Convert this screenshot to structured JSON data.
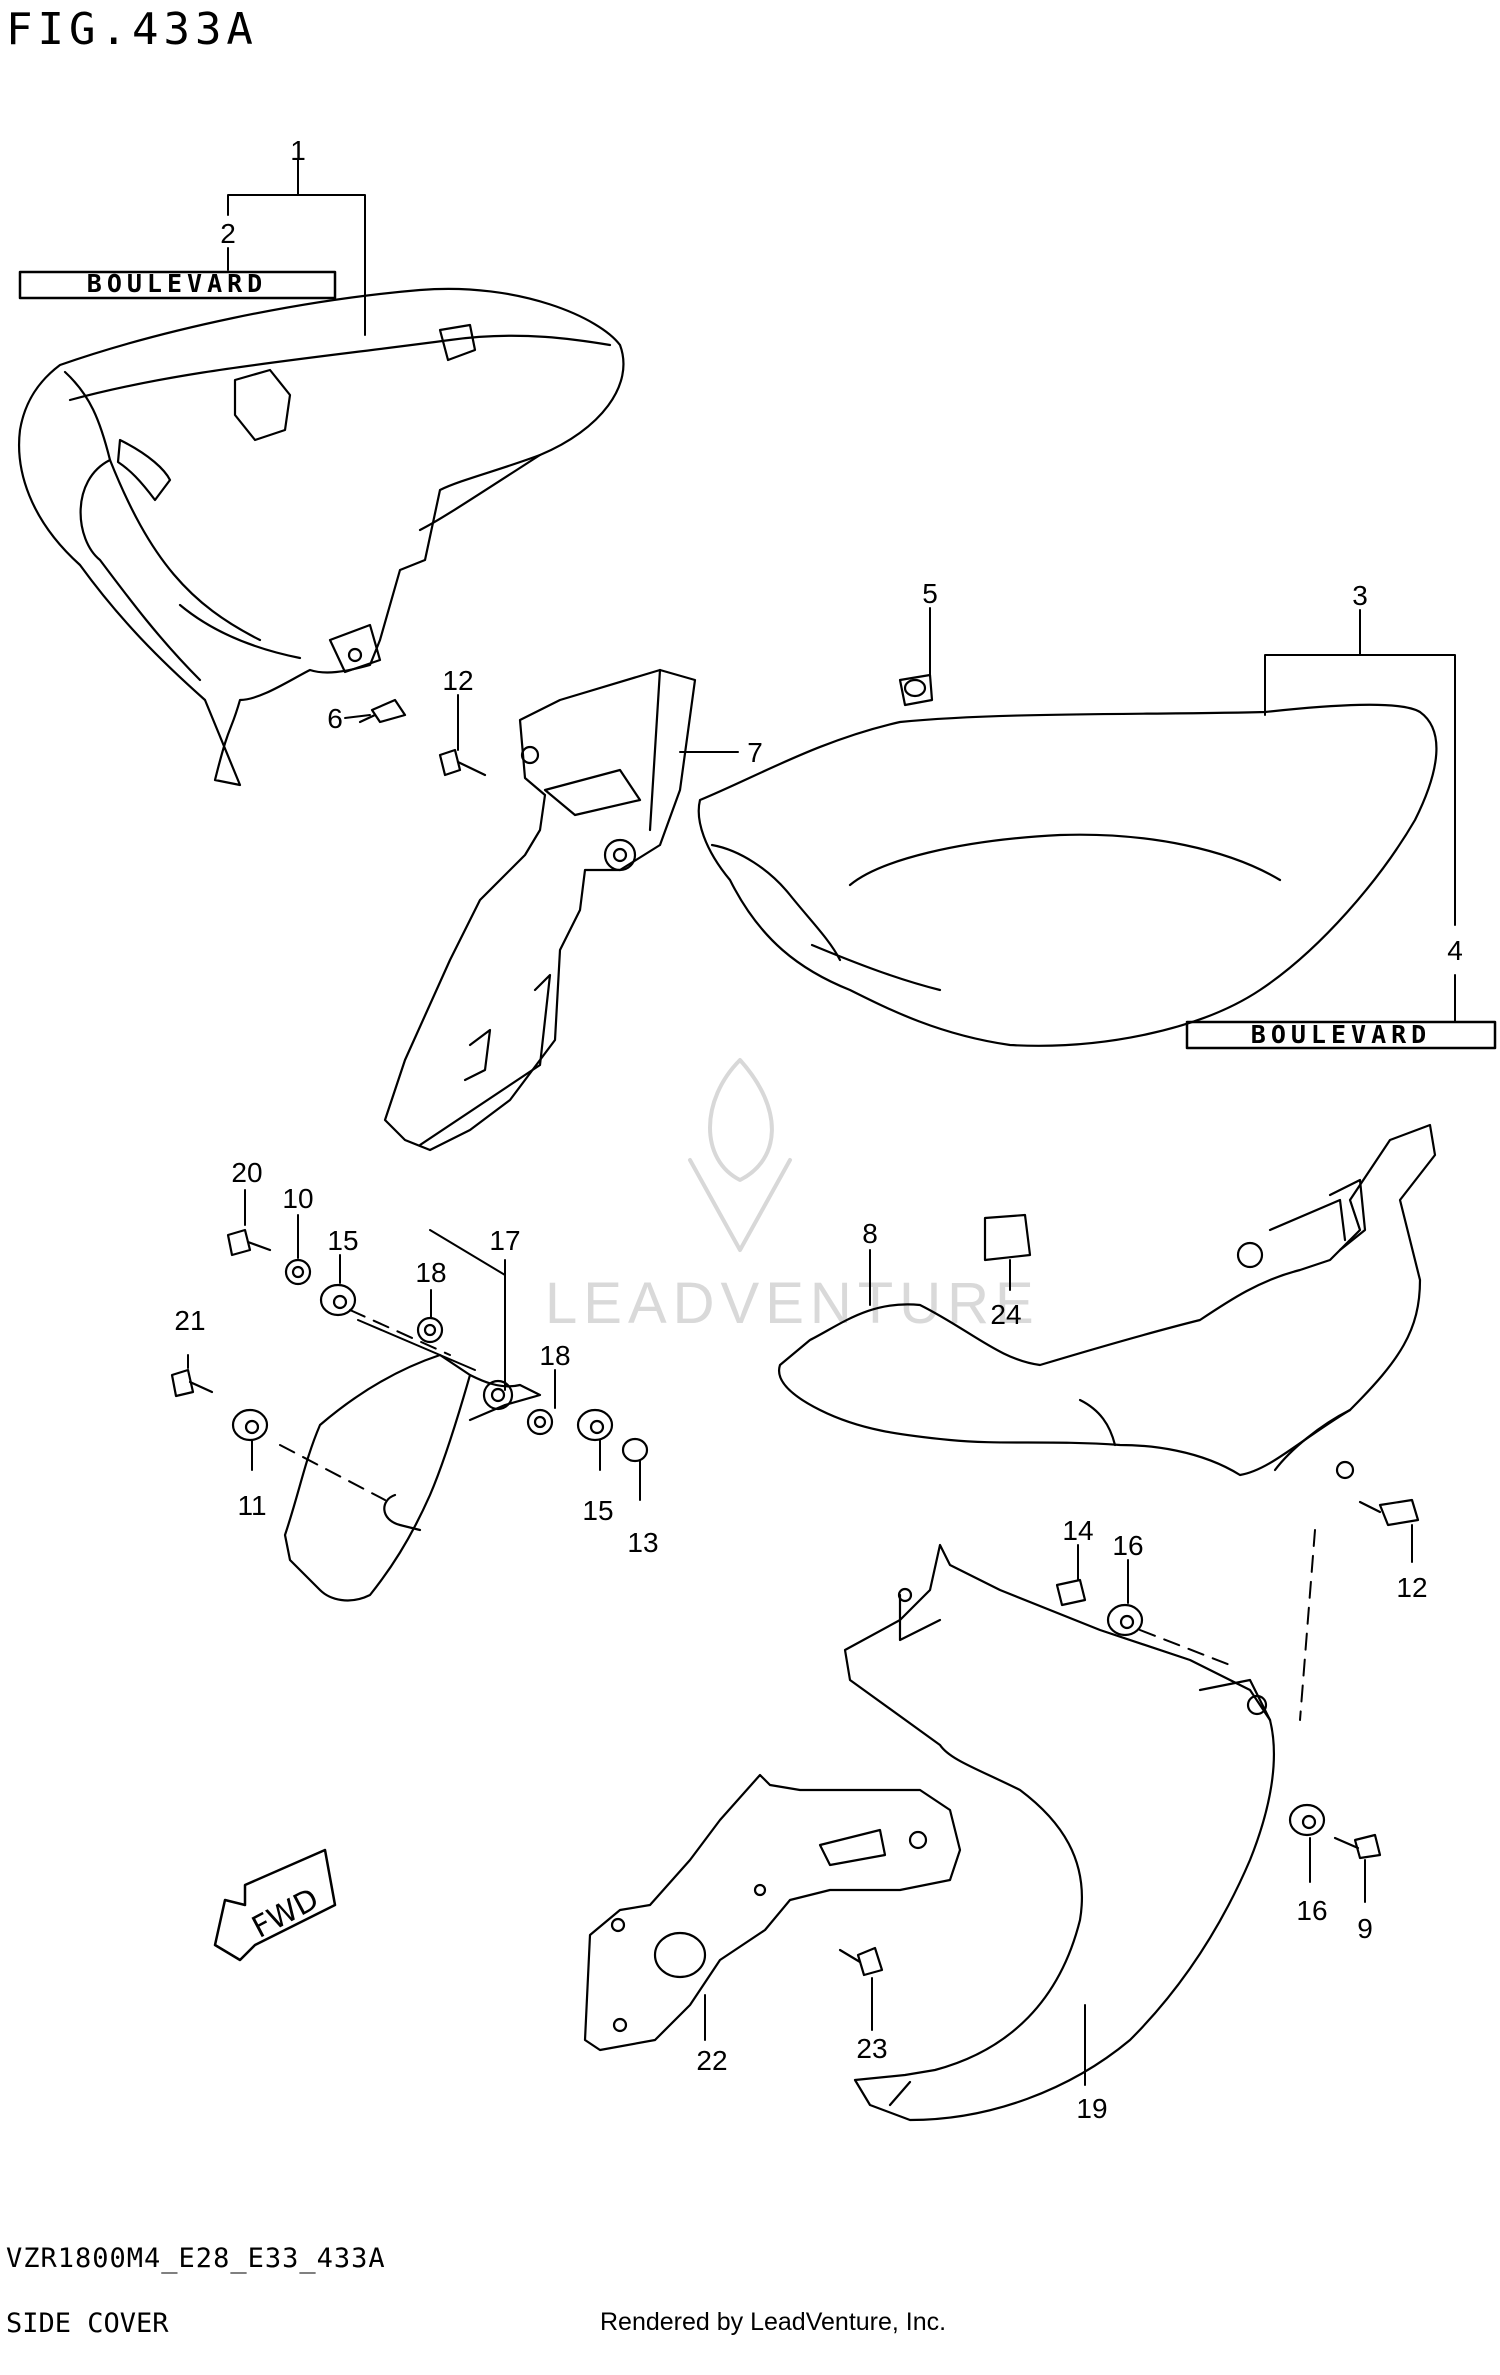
{
  "figure": {
    "title": "FIG.433A",
    "code": "VZR1800M4_E28_E33_433A",
    "name": "SIDE COVER",
    "credit": "Rendered by LeadVenture, Inc.",
    "watermark": "LEADVENTURE"
  },
  "emblem_text": "BOULEVARD",
  "fwd_label": "FWD",
  "callouts": [
    {
      "id": "c1",
      "label": "1"
    },
    {
      "id": "c2",
      "label": "2"
    },
    {
      "id": "c3",
      "label": "3"
    },
    {
      "id": "c4",
      "label": "4"
    },
    {
      "id": "c5",
      "label": "5"
    },
    {
      "id": "c6",
      "label": "6"
    },
    {
      "id": "c7",
      "label": "7"
    },
    {
      "id": "c8",
      "label": "8"
    },
    {
      "id": "c9",
      "label": "9"
    },
    {
      "id": "c10",
      "label": "10"
    },
    {
      "id": "c11",
      "label": "11"
    },
    {
      "id": "c12a",
      "label": "12"
    },
    {
      "id": "c12b",
      "label": "12"
    },
    {
      "id": "c13",
      "label": "13"
    },
    {
      "id": "c14",
      "label": "14"
    },
    {
      "id": "c15a",
      "label": "15"
    },
    {
      "id": "c15b",
      "label": "15"
    },
    {
      "id": "c16a",
      "label": "16"
    },
    {
      "id": "c16b",
      "label": "16"
    },
    {
      "id": "c17",
      "label": "17"
    },
    {
      "id": "c18a",
      "label": "18"
    },
    {
      "id": "c18b",
      "label": "18"
    },
    {
      "id": "c19",
      "label": "19"
    },
    {
      "id": "c20",
      "label": "20"
    },
    {
      "id": "c21",
      "label": "21"
    },
    {
      "id": "c22",
      "label": "22"
    },
    {
      "id": "c23",
      "label": "23"
    },
    {
      "id": "c24",
      "label": "24"
    }
  ]
}
